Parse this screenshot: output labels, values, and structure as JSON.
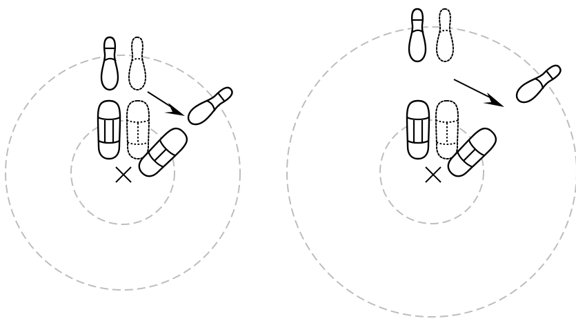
{
  "colors": {
    "ring": "#bdbdbd",
    "outline": "#000000",
    "background": "#ffffff"
  },
  "diagram": {
    "panels": [
      {
        "name": "left",
        "ring_count": 2,
        "has_arrow": true,
        "has_center_mark": true
      },
      {
        "name": "right",
        "ring_count": 2,
        "has_arrow": true,
        "has_center_mark": true
      }
    ]
  }
}
